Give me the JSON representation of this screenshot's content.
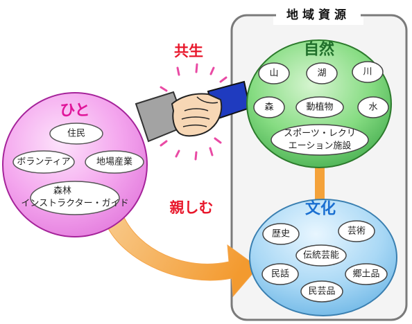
{
  "region": {
    "title": "地域資源"
  },
  "labels": {
    "kyosei": "共生",
    "shitashimu": "親しむ"
  },
  "hito": {
    "title": "ひと",
    "items": [
      "住民",
      "ボランティア",
      "地場産業"
    ],
    "forest_guide": [
      "森林",
      "インストラクター・ガイド"
    ]
  },
  "shizen": {
    "title": "自然",
    "items": [
      "山",
      "湖",
      "川",
      "森",
      "動植物",
      "水"
    ],
    "sports": [
      "スポーツ・レクリ",
      "エーション施設"
    ]
  },
  "bunka": {
    "title": "文化",
    "items": [
      "歴史",
      "芸術",
      "伝統芸能",
      "民話",
      "郷土品",
      "民芸品"
    ]
  },
  "colors": {
    "hito_fill": "#f4a6ee",
    "hito_stroke": "#a5239a",
    "hito_title": "#e0159a",
    "shizen_fill": "#7ad57a",
    "shizen_stroke": "#2c7a2c",
    "shizen_title": "#1f6f2a",
    "bunka_fill": "#a9d8f5",
    "bunka_stroke": "#3a7fb0",
    "bunka_title": "#1a6fd1",
    "accent_red": "#e8172b",
    "arrow_orange": "#f6a13a",
    "connector_orange": "#f4a23a",
    "sleeve_blue": "#1f3bbf",
    "sleeve_gray": "#9a9a9a",
    "skin": "#f7d7b5"
  }
}
